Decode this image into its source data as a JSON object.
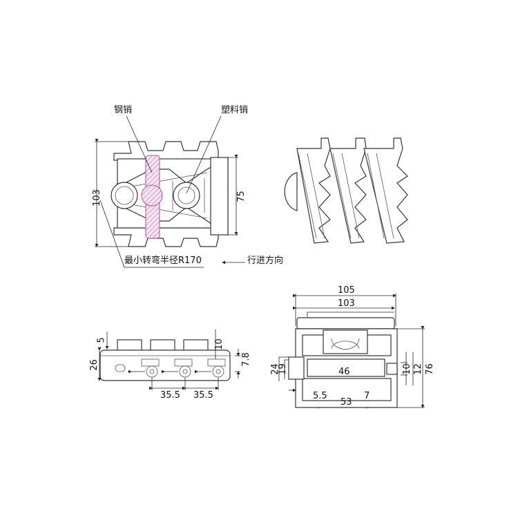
{
  "top_view": {
    "callouts": {
      "steel_pin": "钢销",
      "plastic_pin": "塑料销",
      "min_radius": "最小转弯半径R170",
      "direction": "行进方向"
    },
    "dims": {
      "width": "103",
      "inner": "75"
    }
  },
  "side_view": {
    "dims": {
      "top": "5",
      "height": "26",
      "tab": "10",
      "pin_offset": "7.8",
      "pitch_1": "35.5",
      "pitch_2": "35.5"
    }
  },
  "end_view": {
    "dims": {
      "outer_width": "105",
      "chain_width": "103",
      "slot": "46",
      "left_outer": "24",
      "left_inner": "19",
      "right_inner": "10",
      "right_outer": "12",
      "height": "76",
      "flange_left": "5.5",
      "rail_span": "53",
      "flange_right": "7"
    }
  },
  "colors": {
    "line": "#333333",
    "hatch": "#c04a9a"
  }
}
